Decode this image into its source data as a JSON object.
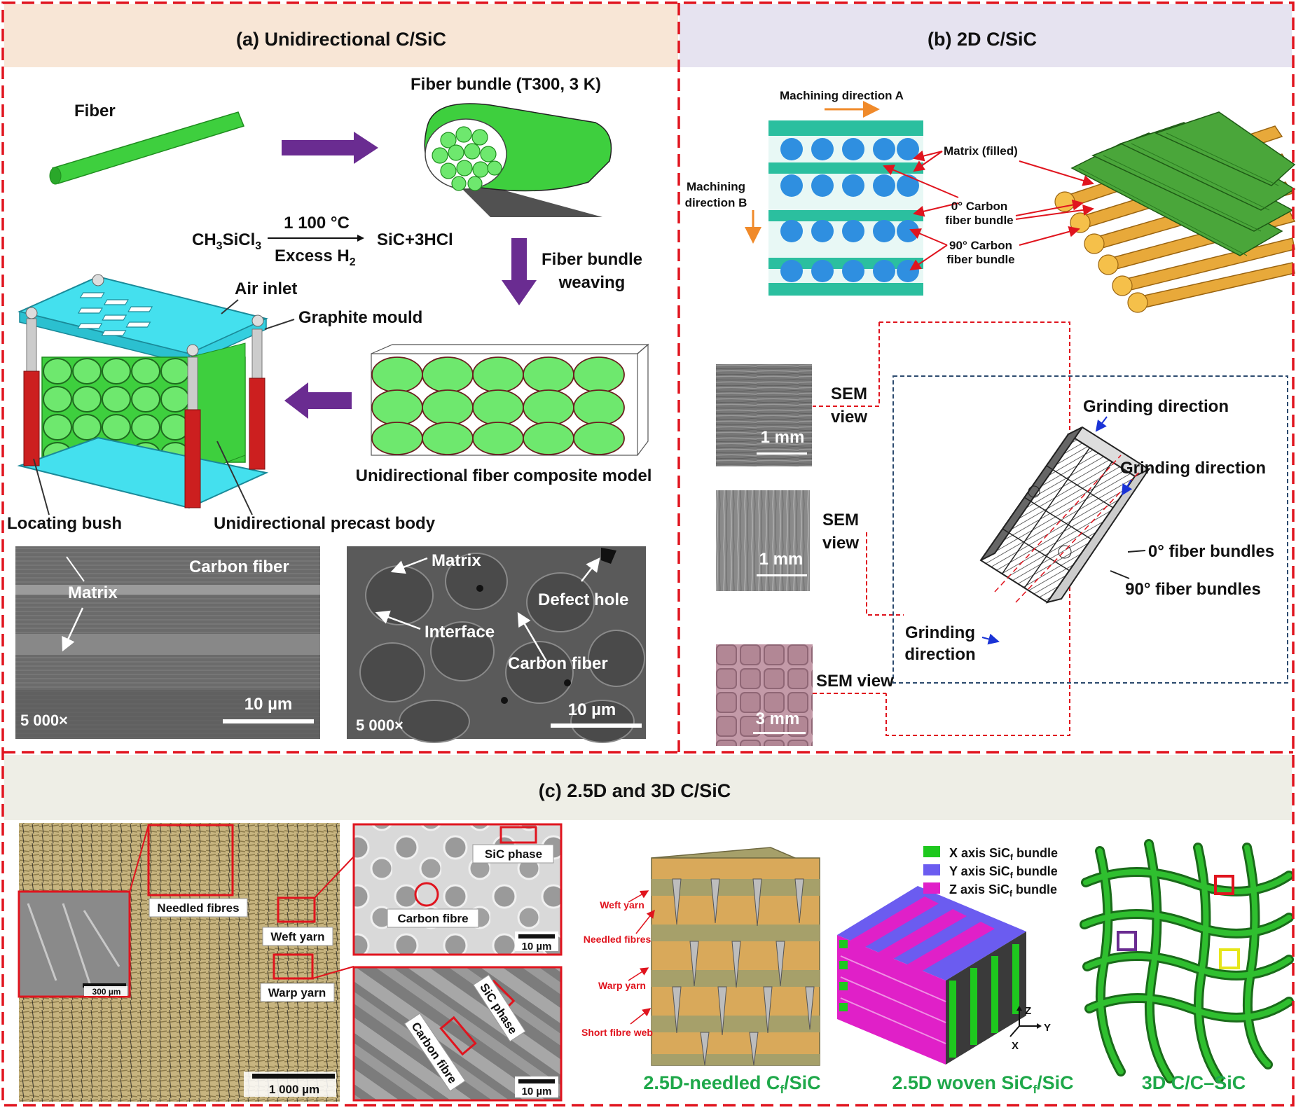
{
  "panel_a": {
    "title": "(a) Unidirectional C/SiC",
    "fiber": "Fiber",
    "fiber_bundle": "Fiber bundle (T300, 3 K)",
    "reaction_reactant": "CH",
    "reaction_reactant_sub1": "3",
    "reaction_reactant_mid": "SiCl",
    "reaction_reactant_sub2": "3",
    "reaction_temp": "1 100 °C",
    "reaction_gas": "Excess H",
    "reaction_gas_sub": "2",
    "reaction_product": "SiC+3HCl",
    "weaving_line1": "Fiber bundle",
    "weaving_line2": "weaving",
    "air_inlet": "Air inlet",
    "graphite_mould": "Graphite mould",
    "composite_model": "Unidirectional fiber composite model",
    "locating_bush": "Locating bush",
    "precast_body": "Unidirectional precast body",
    "sem1": {
      "matrix": "Matrix",
      "carbon_fiber": "Carbon fiber",
      "mag": "5 000×",
      "scale": "10 µm"
    },
    "sem2": {
      "matrix": "Matrix",
      "defect_hole": "Defect hole",
      "interface": "Interface",
      "carbon_fiber": "Carbon fiber",
      "mag": "5 000×",
      "scale": "10 µm"
    }
  },
  "panel_b": {
    "title": "(b) 2D C/SiC",
    "machining_a": "Machining direction A",
    "machining_b_line1": "Machining",
    "machining_b_line2": "direction B",
    "matrix_filled": "Matrix (filled)",
    "carbon0_line1": "0° Carbon",
    "carbon0_line2": "fiber bundle",
    "carbon90_line1": "90° Carbon",
    "carbon90_line2": "fiber bundle",
    "sem_view1_line1": "SEM",
    "sem_view1_line2": "view",
    "sem_view2_line1": "SEM",
    "sem_view2_line2": "view",
    "sem_view3": "SEM view",
    "scale1": "1 mm",
    "scale2": "1 mm",
    "scale3": "3 mm",
    "grinding1": "Grinding direction",
    "grinding2": "Grinding direction",
    "grinding3_line1": "Grinding",
    "grinding3_line2": "direction",
    "fiber0": "0° fiber bundles",
    "fiber90": "90° fiber bundles"
  },
  "panel_c": {
    "title": "(c) 2.5D and 3D C/SiC",
    "needled_fibres": "Needled fibres",
    "weft_yarn": "Weft yarn",
    "warp_yarn": "Warp yarn",
    "scale_inset": "300 µm",
    "scale_main": "1 000 µm",
    "sic_phase_top": "SiC phase",
    "carbon_fibre_top": "Carbon fibre",
    "scale_top": "10 µm",
    "sic_phase_bottom": "SiC phase",
    "carbon_fibre_bottom": "Carbon fibre",
    "scale_bottom": "10 µm",
    "needled_labels": [
      "Weft yarn",
      "Needled fibres",
      "Warp yarn",
      "Short fibre web"
    ],
    "legend_x": "X axis SiC",
    "legend_y": "Y axis SiC",
    "legend_z": "Z axis SiC",
    "legend_sub": "f",
    "legend_suffix": " bundle",
    "axis_z": "Z",
    "axis_y": "Y",
    "axis_x": "X",
    "caption1_pre": "2.5D-needled C",
    "caption1_sub": "f",
    "caption1_post": "/SiC",
    "caption2_pre": "2.5D woven SiC",
    "caption2_sub": "f",
    "caption2_post": "/SiC",
    "caption3": "3D C/C–SiC"
  },
  "colors": {
    "dash_red": "#e0141e",
    "header_a": "#f8e6d6",
    "header_b": "#e6e3f0",
    "header_c": "#eeeee6",
    "fiber_green": "#3ecf3e",
    "arrow_purple": "#6a2c91",
    "mould_cyan": "#44e0ee",
    "pillar_red": "#cc1f1f",
    "teal": "#2bbf9f",
    "dot_blue": "#2f8fe0",
    "orange": "#f08a2a",
    "dark_blue_dash": "#2c4a6e",
    "caption_green": "#1fa84a"
  }
}
